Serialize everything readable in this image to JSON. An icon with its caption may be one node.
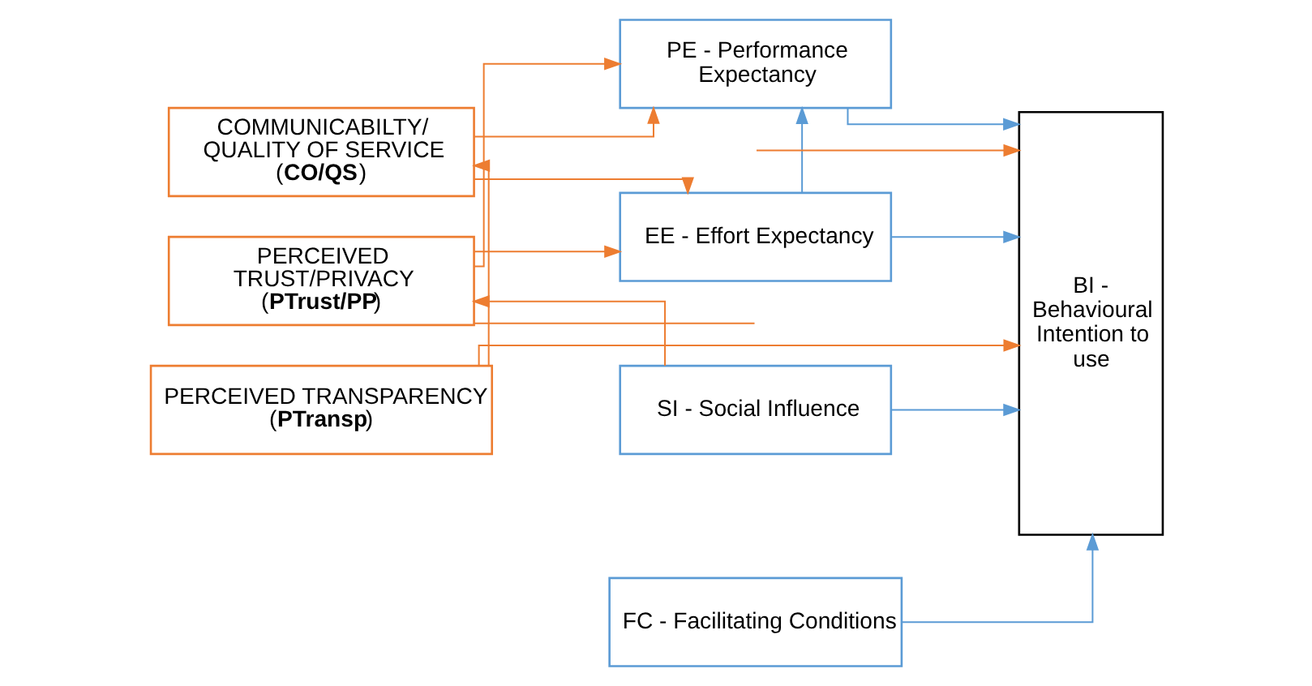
{
  "diagram": {
    "nodes": [
      {
        "text": [
          "COMMUNICABILTY/ QUALITY OF SERVICE (**CO/QS**)"
        ]
      },
      {
        "text": [
          "PERCEIVED TRUST/PRIVACY (**PTrust/PP**)"
        ]
      },
      {
        "text": [
          "PERCEIVED TRANSPARENCY (**PTransp**)"
        ]
      },
      {
        "text": [
          "PE - Performance Expectancy"
        ]
      },
      {
        "text": [
          "EE - Effort Expectancy"
        ]
      },
      {
        "text": [
          "SI - Social Influence"
        ]
      },
      {
        "text": [
          "FC - Facilitating Conditions"
        ]
      },
      {
        "text": [
          "BI - Behavioural Intention to use"
        ]
      }
    ],
    "edges": [
      {
        "from": 0,
        "to": 3,
        "arrow": "to"
      },
      {
        "from": 0,
        "to": 4,
        "arrow": "to"
      },
      {
        "from": 1,
        "to": 3,
        "arrow": "to"
      },
      {
        "from": 1,
        "to": 4,
        "arrow": "to"
      },
      {
        "from": 5,
        "to": 1,
        "arrow": "to"
      },
      {
        "from": 2,
        "to": 0,
        "arrow": "to"
      },
      {
        "from": 4,
        "to": 3,
        "arrow": "to",
        "color": "#5b9bd5"
      },
      {
        "from": 3,
        "to": 7,
        "arrow": "to",
        "color": "#5b9bd5"
      },
      {
        "from": 4,
        "to": 7,
        "arrow": "to",
        "color": "#5b9bd5"
      },
      {
        "from": 5,
        "to": 7,
        "arrow": "to",
        "color": "#5b9bd5"
      },
      {
        "from": 6,
        "to": 7,
        "arrow": "to",
        "color": "#5b9bd5"
      },
      {
        "from": 2,
        "to": 7,
        "arrow": "to"
      },
      {
        "from": 1,
        "to": null,
        "arrow": "none"
      },
      {
        "from": null,
        "to": 7,
        "arrow": "to"
      }
    ]
  }
}
